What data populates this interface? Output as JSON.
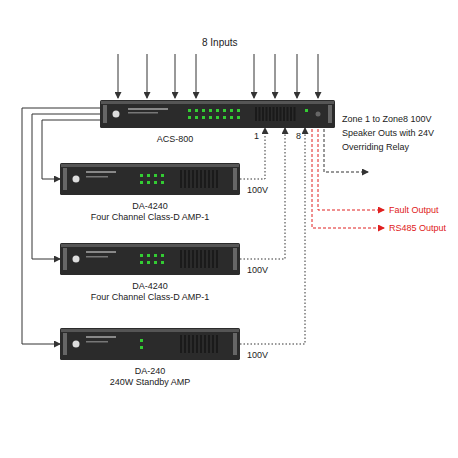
{
  "diagram": {
    "nodes": [
      {
        "text": [
          "ACS-800"
        ]
      },
      {
        "text": [
          "DA-4240",
          "Four Channel Class-D AMP-1"
        ]
      },
      {
        "text": [
          "DA-4240",
          "Four Channel Class-D AMP-1"
        ]
      },
      {
        "text": [
          "DA-240",
          "240W Standby AMP"
        ]
      }
    ],
    "edges": [
      {
        "from": 0,
        "to": 1,
        "arrow": "to"
      },
      {
        "from": 0,
        "to": 2,
        "arrow": "to"
      },
      {
        "from": 0,
        "to": 3,
        "arrow": "to"
      },
      {
        "from": 1,
        "to": 0,
        "label": "100V",
        "arrow": "to"
      },
      {
        "from": 2,
        "to": 0,
        "label": "100V",
        "arrow": "to"
      },
      {
        "from": 3,
        "to": 0,
        "label": "100V",
        "arrow": "to"
      }
    ],
    "labels": [
      "8 Inputs",
      "Zone 1 to Zone8 100V Speaker Outs with 24V Overriding Relay",
      "1",
      "8",
      "Fault Output",
      "RS485 Output"
    ]
  }
}
